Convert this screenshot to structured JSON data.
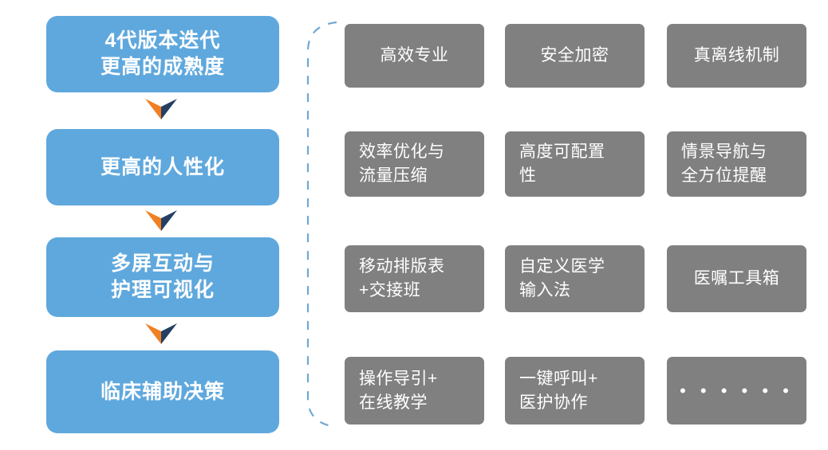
{
  "colors": {
    "stage_blue": "#5fa8dd",
    "feature_gray": "#808080",
    "arrow_orange": "#f08022",
    "arrow_navy": "#243f63",
    "bracket_blue": "#6fa8d4",
    "text_white": "#ffffff",
    "background": "#ffffff"
  },
  "flow": {
    "stages": [
      {
        "label": "4代版本迭代\n更高的成熟度",
        "lines": 2
      },
      {
        "label": "更高的人性化",
        "lines": 1
      },
      {
        "label": "多屏互动与\n护理可视化",
        "lines": 2
      },
      {
        "label": "临床辅助决策",
        "lines": 1
      }
    ],
    "arrows": [
      {
        "name": "arrow-down-1"
      },
      {
        "name": "arrow-down-2"
      },
      {
        "name": "arrow-down-3"
      }
    ],
    "bracket": {
      "name": "dashed-bracket",
      "style": "dashed-curly-brace"
    }
  },
  "features": {
    "rows": [
      {
        "cells": [
          {
            "label": "高效专业",
            "align": "center"
          },
          {
            "label": "安全加密",
            "align": "center"
          },
          {
            "label": "真离线机制",
            "align": "center"
          }
        ]
      },
      {
        "cells": [
          {
            "label": "效率优化与\n流量压缩",
            "align": "left"
          },
          {
            "label": "高度可配置\n性",
            "align": "left"
          },
          {
            "label": "情景导航与\n全方位提醒",
            "align": "left"
          }
        ]
      },
      {
        "cells": [
          {
            "label": "移动排版表\n+交接班",
            "align": "left"
          },
          {
            "label": "自定义医学\n输入法",
            "align": "left"
          },
          {
            "label": "医嘱工具箱",
            "align": "center"
          }
        ]
      },
      {
        "cells": [
          {
            "label": "操作导引+\n在线教学",
            "align": "left"
          },
          {
            "label": "一键呼叫+\n医护协作",
            "align": "left"
          },
          {
            "label": "• • • • • •",
            "align": "center"
          }
        ]
      }
    ]
  }
}
